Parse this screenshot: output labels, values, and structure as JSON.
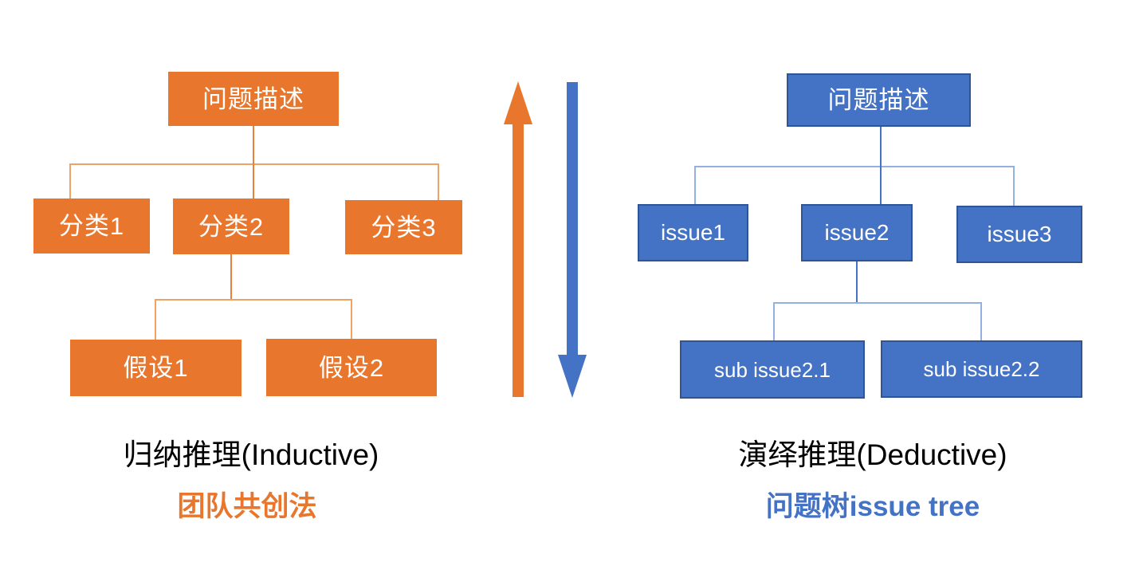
{
  "colors": {
    "orange": "#E8762C",
    "orange_line": "#F0A264",
    "blue": "#4472C4",
    "blue_border": "#2F5597",
    "blue_line": "#93B0E0",
    "text_dark": "#000000",
    "node_text": "#FFFFFF",
    "background": "#FFFFFF"
  },
  "left_tree": {
    "root": {
      "label": "问题描述"
    },
    "level2": [
      {
        "label": "分类1"
      },
      {
        "label": "分类2"
      },
      {
        "label": "分类3"
      }
    ],
    "level3": [
      {
        "label": "假设1"
      },
      {
        "label": "假设2"
      }
    ],
    "caption_main": "归纳推理(Inductive)",
    "caption_sub": "团队共创法"
  },
  "right_tree": {
    "root": {
      "label": "问题描述"
    },
    "level2": [
      {
        "label": "issue1"
      },
      {
        "label": "issue2"
      },
      {
        "label": "issue3"
      }
    ],
    "level3": [
      {
        "label": "sub issue2.1"
      },
      {
        "label": "sub issue2.2"
      }
    ],
    "caption_main": "演绎推理(Deductive)",
    "caption_sub": "问题树issue tree"
  },
  "arrows": {
    "up": {
      "name": "arrow-up-orange",
      "direction": "up",
      "color": "#E8762C"
    },
    "down": {
      "name": "arrow-down-blue",
      "direction": "down",
      "color": "#4472C4"
    }
  }
}
